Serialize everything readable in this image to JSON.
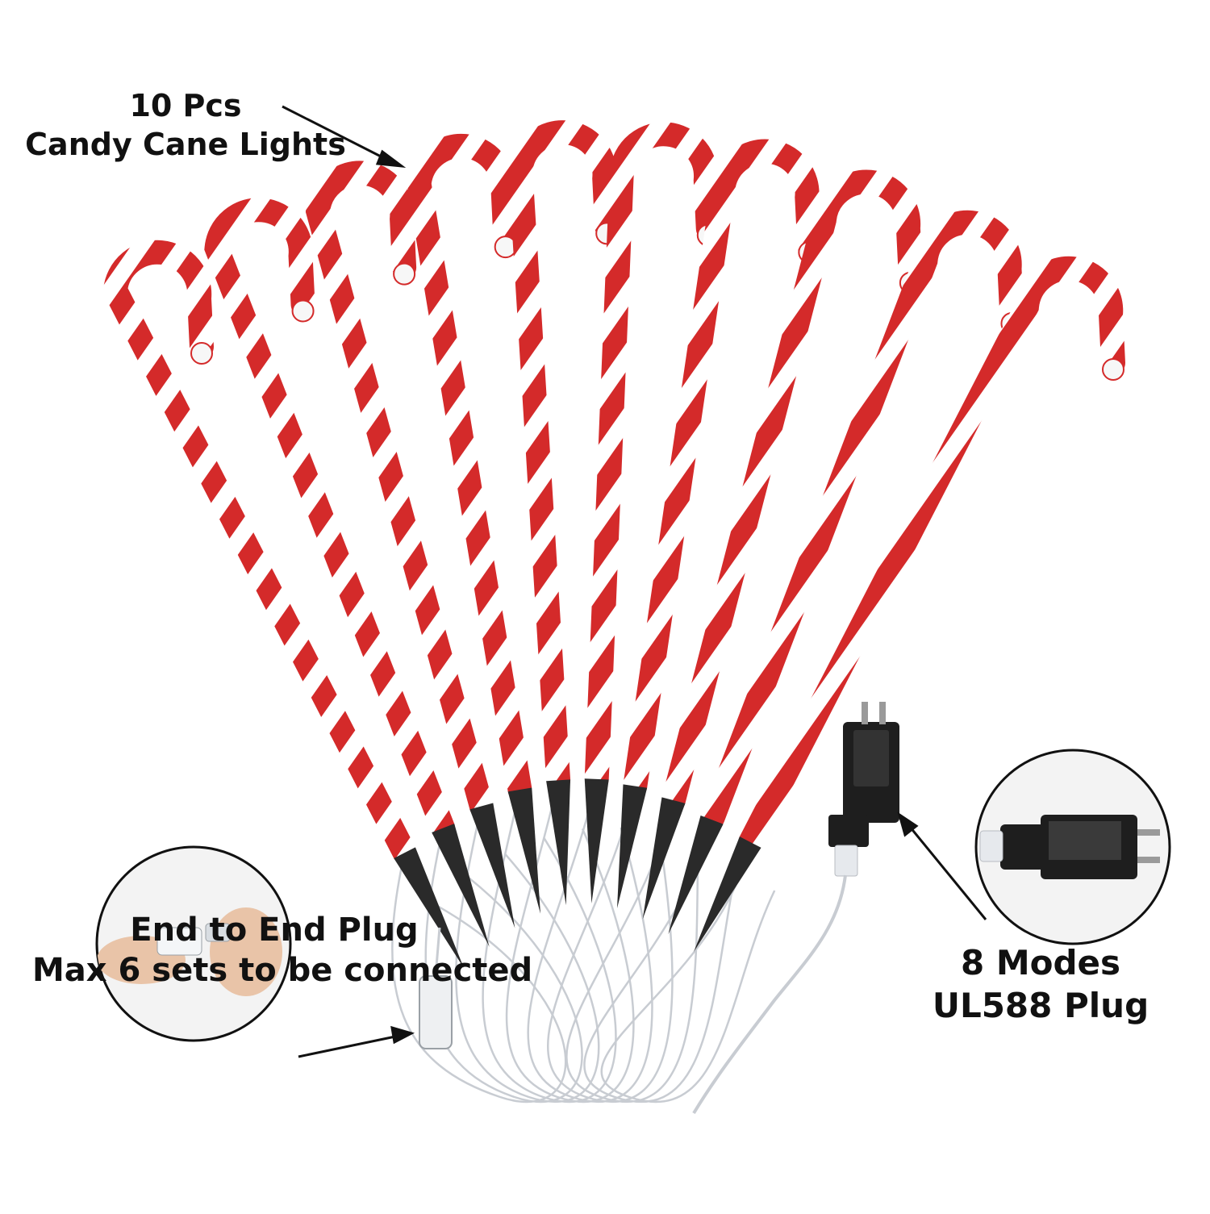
{
  "labels": {
    "canes_count": "10 Pcs",
    "canes_name": "Candy Cane Lights",
    "adapter_modes": "8 Modes",
    "adapter_plug": "UL588 Plug",
    "connector_title": "End to End Plug",
    "connector_note": "Max 6 sets to be connected"
  },
  "product": {
    "cane_count": 10
  },
  "colors": {
    "cane_red": "#d42a2a",
    "cane_white": "#ffffff",
    "stake": "#2a2a2a",
    "wire": "#c8ccd2",
    "adapter": "#1e1e1e",
    "text": "#111111"
  }
}
